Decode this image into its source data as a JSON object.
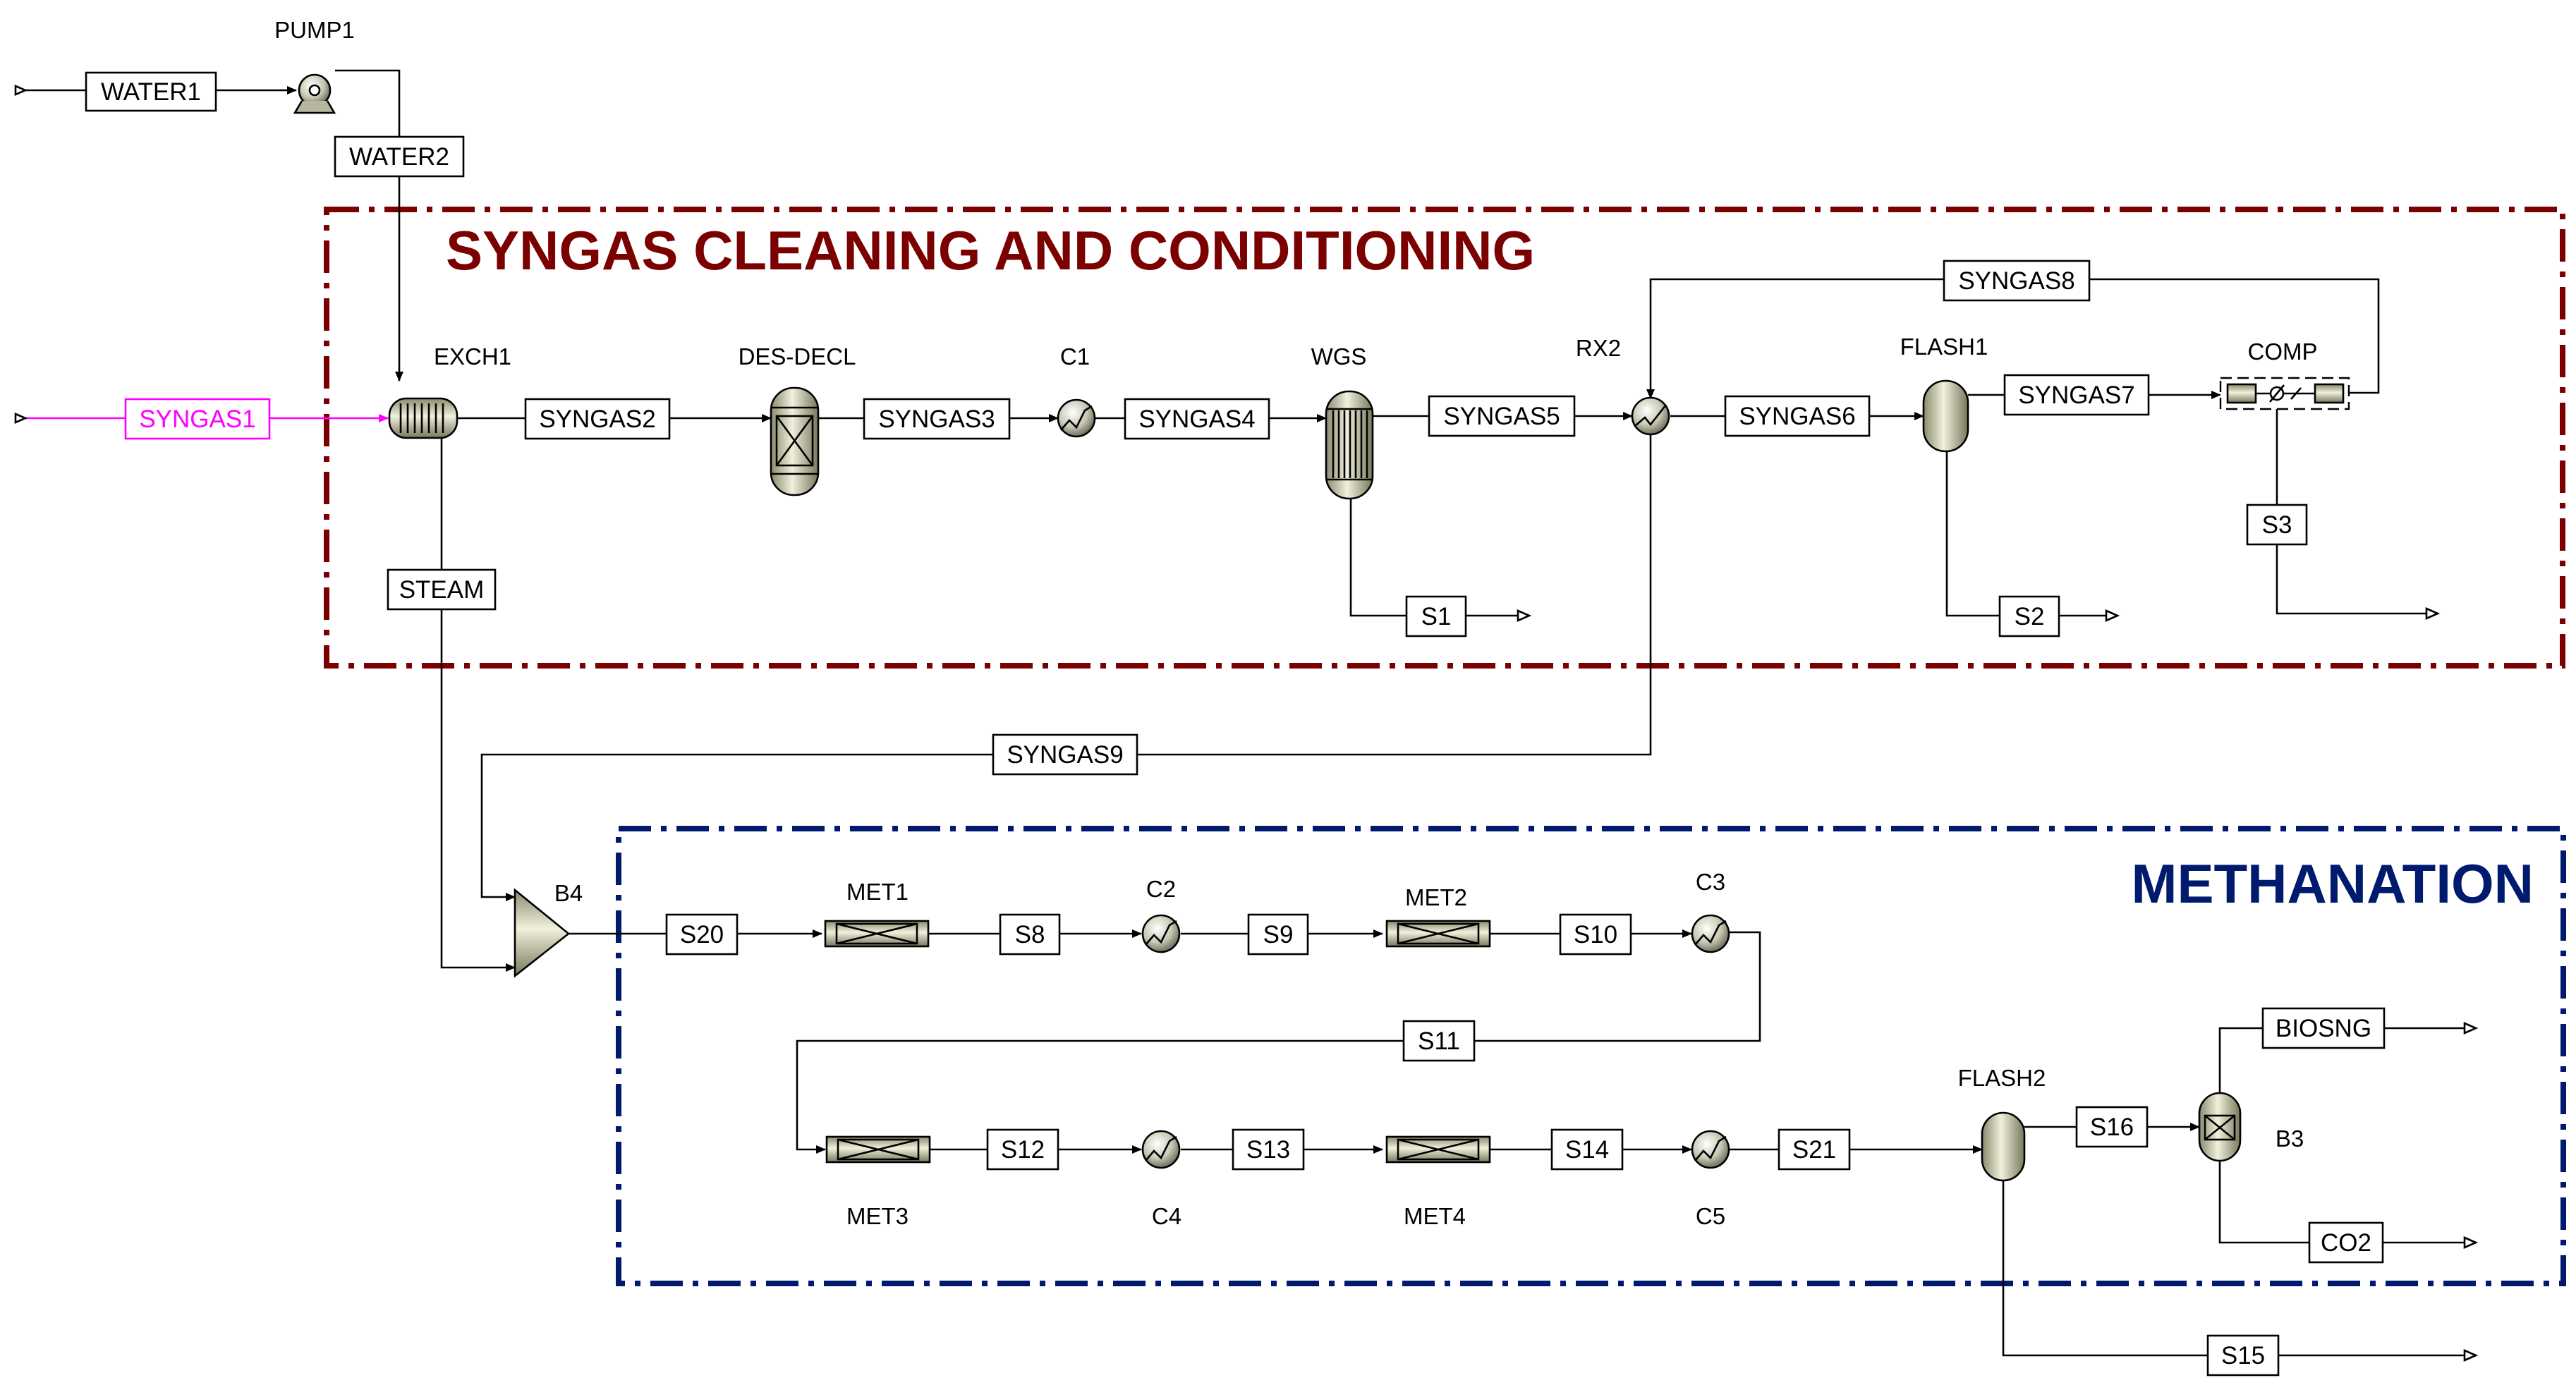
{
  "sections": {
    "cleaning": {
      "title": "SYNGAS CLEANING AND CONDITIONING",
      "color": "#7b0000"
    },
    "methanation": {
      "title": "METHANATION",
      "color": "#001a6e"
    }
  },
  "blocks": {
    "pump1": "PUMP1",
    "exch1": "EXCH1",
    "desdecl": "DES-DECL",
    "c1": "C1",
    "wgs": "WGS",
    "rx2": "RX2",
    "flash1": "FLASH1",
    "comp": "COMP",
    "b4": "B4",
    "met1": "MET1",
    "c2": "C2",
    "met2": "MET2",
    "c3": "C3",
    "met3": "MET3",
    "c4": "C4",
    "met4": "MET4",
    "c5": "C5",
    "flash2": "FLASH2",
    "b3": "B3"
  },
  "streams": {
    "water1": "WATER1",
    "water2": "WATER2",
    "syngas1": "SYNGAS1",
    "syngas2": "SYNGAS2",
    "syngas3": "SYNGAS3",
    "syngas4": "SYNGAS4",
    "syngas5": "SYNGAS5",
    "syngas6": "SYNGAS6",
    "syngas7": "SYNGAS7",
    "syngas8": "SYNGAS8",
    "syngas9": "SYNGAS9",
    "steam": "STEAM",
    "s1": "S1",
    "s2": "S2",
    "s3": "S3",
    "s20": "S20",
    "s8": "S8",
    "s9": "S9",
    "s10": "S10",
    "s11": "S11",
    "s12": "S12",
    "s13": "S13",
    "s14": "S14",
    "s21": "S21",
    "s16": "S16",
    "biosng": "BIOSNG",
    "co2": "CO2",
    "s15": "S15"
  },
  "colors": {
    "line": "#000000",
    "feed_stream": "#ff00ff"
  }
}
